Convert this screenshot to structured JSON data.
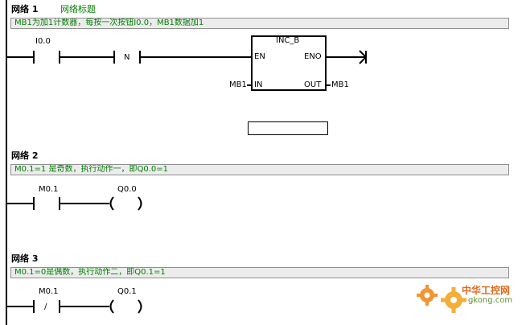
{
  "networks": [
    {
      "title": "网络 1",
      "subtitle": "网络标题",
      "comment": "MB1为加1计数器，每按一次按钮I0.0，MB1数据加1",
      "contact1_label": "I0.0",
      "contact2_symbol": "N",
      "box": {
        "name": "INC_B",
        "en": "EN",
        "eno": "ENO",
        "in": "IN",
        "out": "OUT",
        "in_operand": "MB1",
        "out_operand": "MB1"
      },
      "input_field_value": ""
    },
    {
      "title": "网络 2",
      "comment": "M0.1=1 是奇数，执行动作一，即Q0.0=1",
      "contact_label": "M0.1",
      "coil_label": "Q0.0"
    },
    {
      "title": "网络 3",
      "comment": "M0.1=0是偶数，执行动作二，即Q0.1=1",
      "contact_label": "M0.1",
      "contact_symbol": "/",
      "coil_label": "Q0.1"
    }
  ],
  "watermark": {
    "text": "中华工控网",
    "domain": "gkong.com",
    "gear_color": "#f08a1e"
  }
}
